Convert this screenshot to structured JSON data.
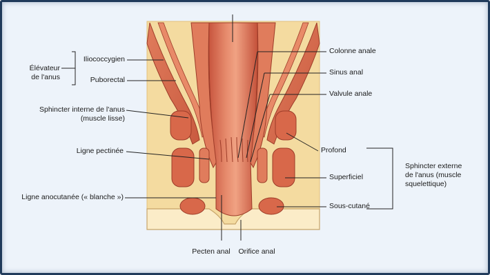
{
  "labels": {
    "elevateur_line1": "Élévateur",
    "elevateur_line2": "de l'anus",
    "iliococcygien": "Iliococcygien",
    "puborectal": "Puborectal",
    "sphincter_interne_line1": "Sphincter interne de l'anus",
    "sphincter_interne_line2": "(muscle lisse)",
    "ligne_pectinee": "Ligne pectinée",
    "ligne_anocutanee": "Ligne anocutanée (« blanche »)",
    "pecten_anal": "Pecten anal",
    "orifice_anal": "Orifice anal",
    "colonne_anale": "Colonne anale",
    "sinus_anal": "Sinus anal",
    "valvule_anale": "Valvule anale",
    "profond": "Profond",
    "superficiel": "Superficiel",
    "sous_cutane": "Sous-cutané",
    "sphincter_externe_line1": "Sphincter externe",
    "sphincter_externe_line2": "de l'anus (muscle",
    "sphincter_externe_line3": "squelettique)"
  },
  "colors": {
    "frame_border": "#203a5a",
    "background": "#edf3fa",
    "fat": "#f4dba0",
    "muscle": "#d8684a",
    "muscle_light": "#e88a68",
    "lumen": "#d45a42",
    "skin": "#fbecc8",
    "leader_line": "#222222"
  }
}
